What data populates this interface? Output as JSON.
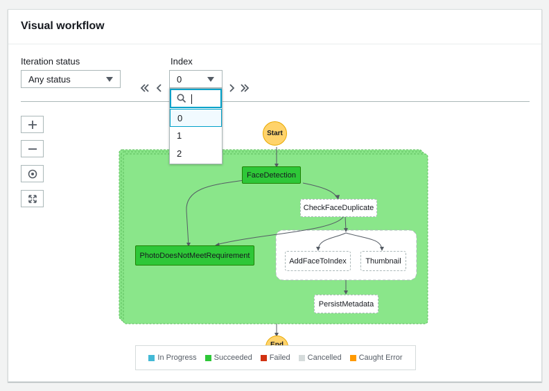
{
  "panel": {
    "title": "Visual workflow"
  },
  "filters": {
    "iteration_status_label": "Iteration status",
    "iteration_status_value": "Any status",
    "index_label": "Index",
    "index_value": "0"
  },
  "index_dropdown": {
    "search_value": "",
    "options": [
      "0",
      "1",
      "2"
    ],
    "selected": "0"
  },
  "icons": {
    "first": "double-chevron-left-icon",
    "prev": "chevron-left-icon",
    "next": "chevron-right-icon",
    "last": "double-chevron-right-icon",
    "zoom_in": "plus-icon",
    "zoom_out": "minus-icon",
    "center": "target-icon",
    "fit": "expand-icon",
    "search": "search-icon"
  },
  "workflow": {
    "start": "Start",
    "end": "End",
    "nodes": {
      "face_detection": "FaceDetection",
      "check_face_duplicate": "CheckFaceDuplicate",
      "photo_does_not_meet": "PhotoDoesNotMeetRequirement",
      "add_face_to_index": "AddFaceToIndex",
      "thumbnail": "Thumbnail",
      "persist_metadata": "PersistMetadata"
    }
  },
  "legend": [
    {
      "label": "In Progress",
      "color": "#44b9d6"
    },
    {
      "label": "Succeeded",
      "color": "#2ec738"
    },
    {
      "label": "Failed",
      "color": "#d13212"
    },
    {
      "label": "Cancelled",
      "color": "#d5dbdb"
    },
    {
      "label": "Caught Error",
      "color": "#ff9900"
    }
  ],
  "colors": {
    "map_background": "#8ae68a",
    "accent": "#00a1c9"
  }
}
